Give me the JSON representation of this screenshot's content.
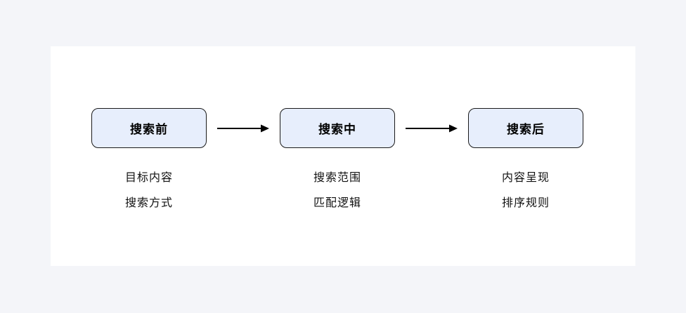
{
  "page": {
    "background_color": "#f4f5f9",
    "card_background_color": "#ffffff"
  },
  "diagram": {
    "type": "flow",
    "direction": "left-to-right",
    "colors": {
      "box_fill": "#e7eefc",
      "box_border": "#1a1a1a",
      "arrow": "#000000",
      "text": "#111111"
    },
    "stages": [
      {
        "title": "搜索前",
        "labels": [
          "目标内容",
          "搜索方式"
        ]
      },
      {
        "title": "搜索中",
        "labels": [
          "搜索范围",
          "匹配逻辑"
        ]
      },
      {
        "title": "搜索后",
        "labels": [
          "内容呈现",
          "排序规则"
        ]
      }
    ]
  }
}
